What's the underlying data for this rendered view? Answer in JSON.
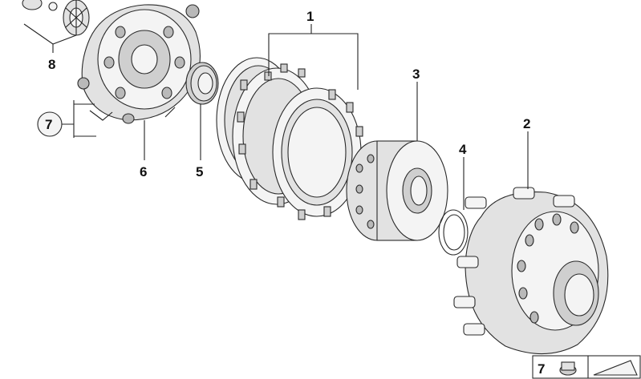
{
  "callouts": {
    "c1": "1",
    "c2": "2",
    "c3": "3",
    "c4": "4",
    "c5": "5",
    "c6": "6",
    "c7": "7",
    "c8": "8",
    "c7_legend": "7"
  },
  "colors": {
    "line": "#222222",
    "fill_light": "#f4f4f4",
    "fill_mid": "#e2e2e2",
    "fill_dark": "#cfcfcf"
  }
}
